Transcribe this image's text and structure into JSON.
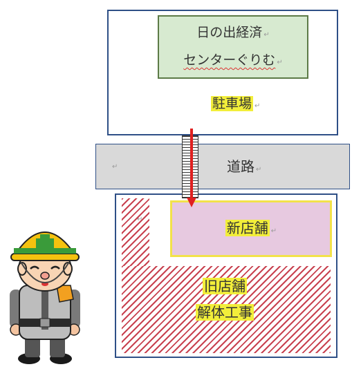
{
  "colors": {
    "outline": "#2e4f86",
    "center_fill": "#d7ead0",
    "center_border": "#5c7a46",
    "road_fill": "#d9d9d9",
    "new_store_fill": "#e7c9e0",
    "new_store_border": "#f2e24a",
    "highlight": "#f2ee3a",
    "hatch": "#c8414f",
    "arrow": "#e02020"
  },
  "center": {
    "line1": "日の出経済",
    "line2": "センターぐりむ"
  },
  "parking": {
    "label": "駐車場"
  },
  "road": {
    "label": "道路"
  },
  "new_store": {
    "label": "新店舗"
  },
  "old_store": {
    "line1": "旧店舗",
    "line2": "解体工事"
  },
  "character": {
    "icon": "construction-worker-icon"
  }
}
